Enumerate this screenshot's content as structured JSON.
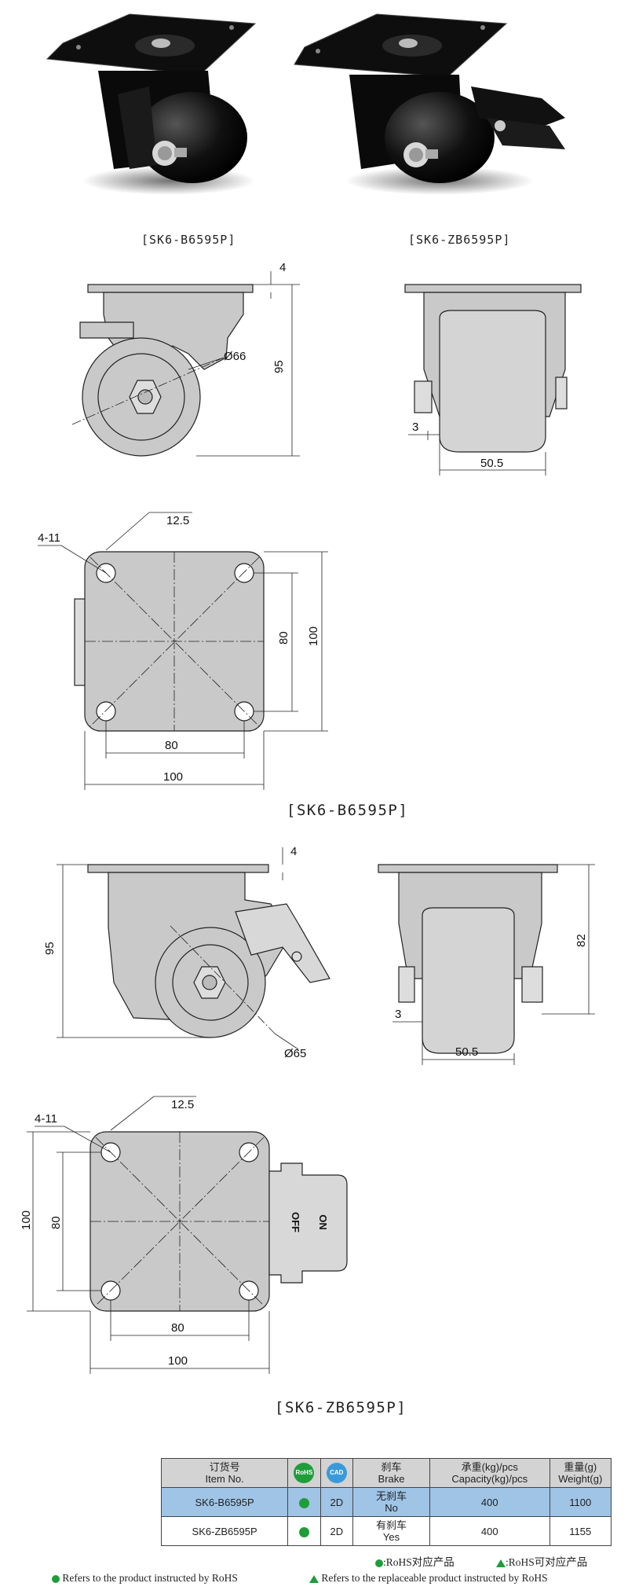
{
  "photos": [
    {
      "caption": "[SK6-B6595P]"
    },
    {
      "caption": "[SK6-ZB6595P]"
    }
  ],
  "drawing1": {
    "side": {
      "plate_thickness": "4",
      "height": "95",
      "wheel_diameter": "Ø66"
    },
    "front": {
      "offset": "3",
      "width": "50.5"
    },
    "plan": {
      "holes": "4-11",
      "slot": "12.5",
      "inner": "80",
      "outer": "100",
      "inner_v": "80",
      "outer_v": "100"
    },
    "caption": "[SK6-B6595P]"
  },
  "drawing2": {
    "side": {
      "plate_thickness": "4",
      "height": "95",
      "wheel_diameter": "Ø65"
    },
    "front": {
      "offset": "3",
      "width": "50.5",
      "height": "82"
    },
    "plan": {
      "holes": "4-11",
      "slot": "12.5",
      "inner": "80",
      "outer": "100",
      "inner_v": "80",
      "outer_v": "100",
      "brake_off": "OFF",
      "brake_on": "ON"
    },
    "caption": "[SK6-ZB6595P]"
  },
  "table": {
    "headers": {
      "item_cn": "订货号",
      "item_en": "Item No.",
      "rohs_badge": "RoHS",
      "cad_badge": "CAD",
      "brake_cn": "刹车",
      "brake_en": "Brake",
      "cap_cn": "承重(kg)/pcs",
      "cap_en": "Capacity(kg)/pcs",
      "weight_cn": "重量(g)",
      "weight_en": "Weight(g)"
    },
    "rows": [
      {
        "item": "SK6-B6595P",
        "cad": "2D",
        "brake_cn": "无刹车",
        "brake_en": "No",
        "capacity": "400",
        "weight": "1100"
      },
      {
        "item": "SK6-ZB6595P",
        "cad": "2D",
        "brake_cn": "有刹车",
        "brake_en": "Yes",
        "capacity": "400",
        "weight": "1155"
      }
    ]
  },
  "legend": {
    "rohs_cn": ":RoHS对应产品",
    "rohs_replace_cn": ":RoHS可对应产品",
    "rohs_en": "Refers to the product instructed by RoHS",
    "rohs_replace_en": "Refers to the replaceable product instructed by RoHS"
  },
  "colors": {
    "part_fill": "#c9c9c9",
    "line": "#222222",
    "table_header": "#d3d3d3",
    "table_highlight": "#9fc4e6",
    "rohs_green": "#1f9d3a",
    "cad_blue": "#3a9ad9"
  }
}
